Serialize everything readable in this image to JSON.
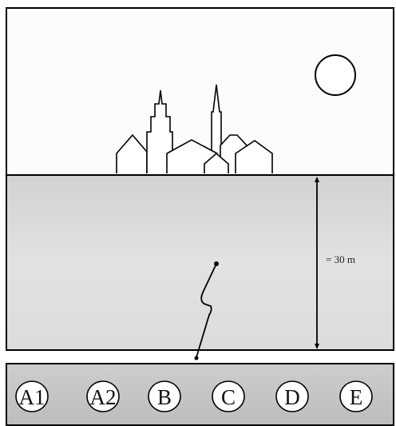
{
  "depth_marker": {
    "text": "= 30 m"
  },
  "zones": [
    {
      "label": "A1"
    },
    {
      "label": "A2"
    },
    {
      "label": "B"
    },
    {
      "label": "C"
    },
    {
      "label": "D"
    },
    {
      "label": "E"
    }
  ],
  "colors": {
    "sky": "#fcfcfc",
    "water": "#dadada",
    "rock_strip": "#c4c4c4",
    "lines": "#000000"
  }
}
